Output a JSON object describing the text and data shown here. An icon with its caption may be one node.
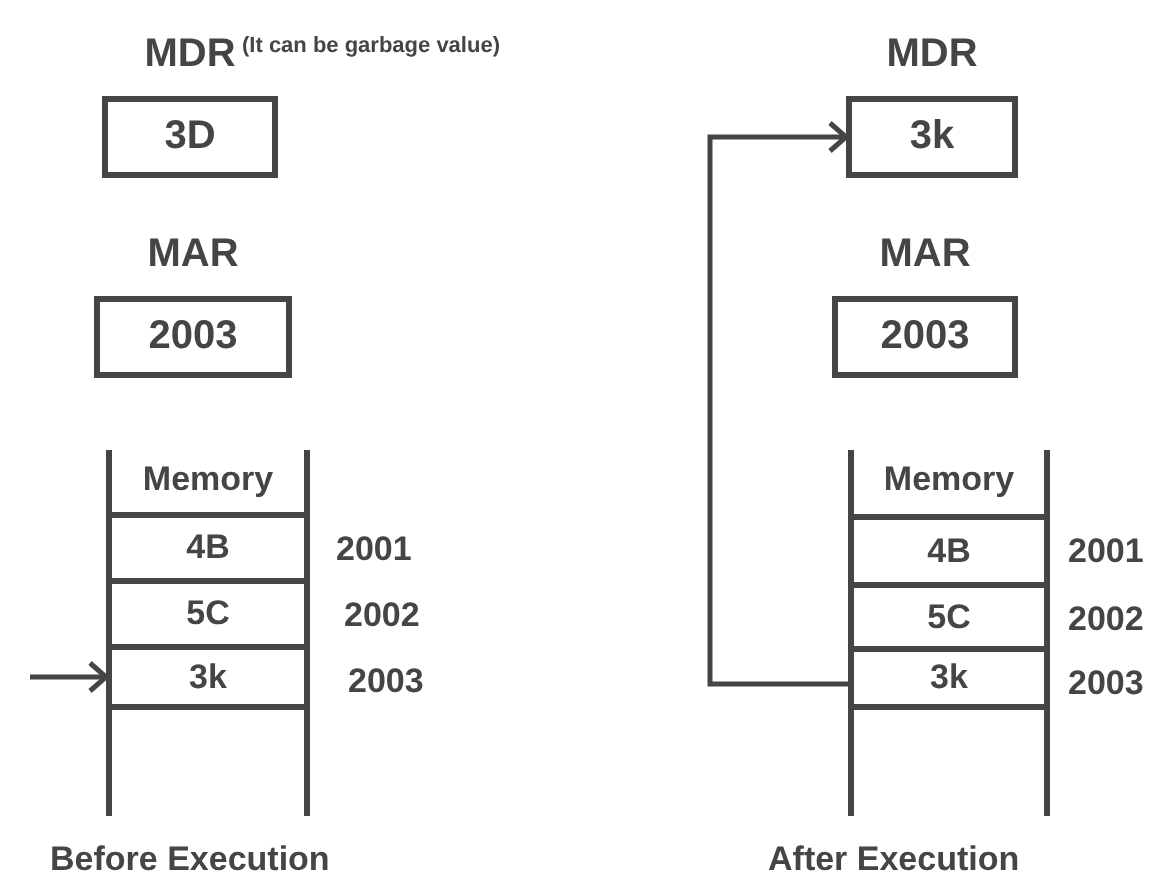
{
  "diagram": {
    "nodes": [
      {
        "text": [
          "MDR",
          "3D"
        ],
        "beside": [
          "(It can be garbage value)"
        ]
      },
      {
        "text": [
          "MAR",
          "2003"
        ]
      },
      {
        "text": [
          "Memory"
        ]
      },
      {
        "text": [
          "4B"
        ],
        "beside": [
          "2001"
        ],
        "in": 2
      },
      {
        "text": [
          "5C"
        ],
        "beside": [
          "2002"
        ],
        "in": 2
      },
      {
        "text": [
          "3k"
        ],
        "beside": [
          "2003"
        ],
        "in": 2
      },
      {
        "text": [
          "MDR",
          "3k"
        ]
      },
      {
        "text": [
          "MAR",
          "2003"
        ]
      },
      {
        "text": [
          "Memory"
        ]
      },
      {
        "text": [
          "4B"
        ],
        "beside": [
          "2001"
        ],
        "in": 8
      },
      {
        "text": [
          "5C"
        ],
        "beside": [
          "2002"
        ],
        "in": 8
      },
      {
        "text": [
          "3k"
        ],
        "beside": [
          "2003"
        ],
        "in": 8
      }
    ],
    "edges": [
      {
        "from": null,
        "to": 5,
        "arrow": "to"
      },
      {
        "from": 11,
        "to": 6,
        "arrow": "to"
      }
    ],
    "labels": [
      "Before Execution",
      "After Execution"
    ]
  }
}
